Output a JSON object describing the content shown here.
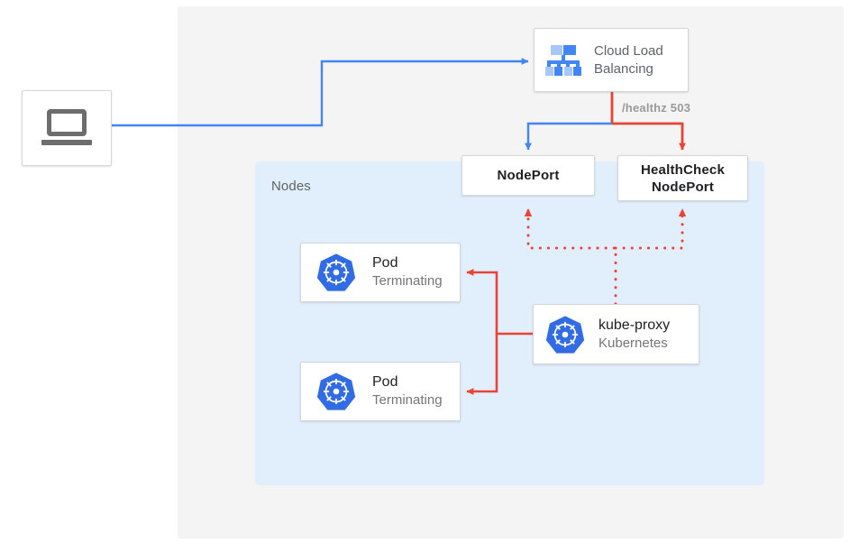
{
  "diagram": {
    "title": "Kubernetes external traffic policy health check diagram",
    "colors": {
      "blue_flow": "#4285f4",
      "red_flow": "#ea4335",
      "nodes_panel": "#e1effc",
      "outer_panel": "#f4f4f4",
      "k8s_blue": "#326ce5",
      "text_primary": "#202124",
      "text_secondary": "#757575"
    },
    "groups": {
      "nodes_label": "Nodes"
    },
    "nodes": {
      "client": {
        "icon": "laptop-icon",
        "label": ""
      },
      "cloud_load_balancing": {
        "icon": "cloud-load-balancing-icon",
        "title": "Cloud Load",
        "title_line2": "Balancing"
      },
      "nodeport": {
        "label": "NodePort"
      },
      "healthcheck_nodeport": {
        "label_line1": "HealthCheck",
        "label_line2": "NodePort"
      },
      "pod_1": {
        "icon": "kubernetes-icon",
        "title": "Pod",
        "subtitle": "Terminating"
      },
      "pod_2": {
        "icon": "kubernetes-icon",
        "title": "Pod",
        "subtitle": "Terminating"
      },
      "kube_proxy": {
        "icon": "kubernetes-icon",
        "title": "kube-proxy",
        "subtitle": "Kubernetes"
      }
    },
    "edges": {
      "healthz_label": "/healthz 503"
    }
  }
}
